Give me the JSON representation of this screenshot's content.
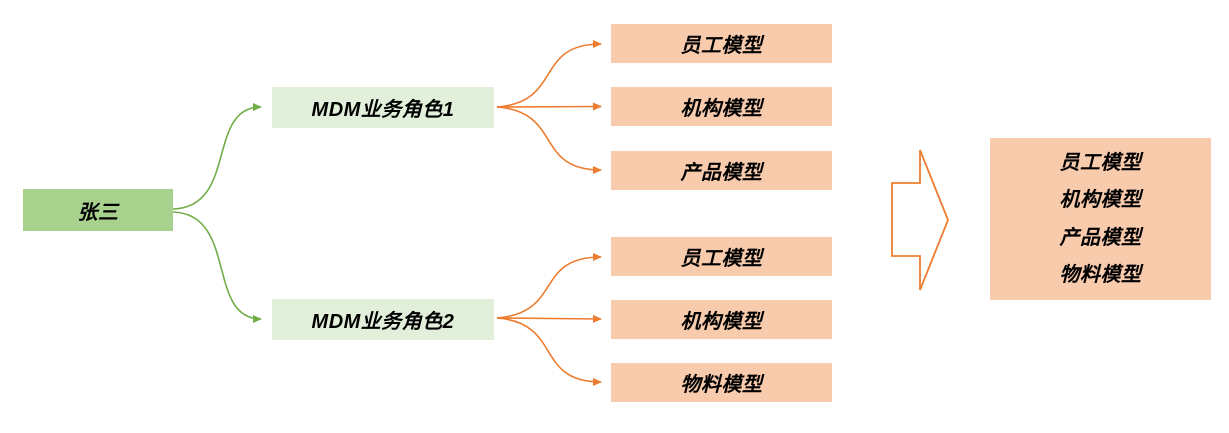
{
  "user": {
    "label": "张三"
  },
  "roles": [
    {
      "label": "MDM业务角色1",
      "models": [
        "员工模型",
        "机构模型",
        "产品模型"
      ]
    },
    {
      "label": "MDM业务角色2",
      "models": [
        "员工模型",
        "机构模型",
        "物料模型"
      ]
    }
  ],
  "result": {
    "models": [
      "员工模型",
      "机构模型",
      "产品模型",
      "物料模型"
    ]
  },
  "colors": {
    "user_fill": "#A9D18E",
    "role_fill": "#E2EFDA",
    "model_fill": "#F8CBAD",
    "green_connector": "#70AD47",
    "orange_connector": "#ED7D31"
  }
}
